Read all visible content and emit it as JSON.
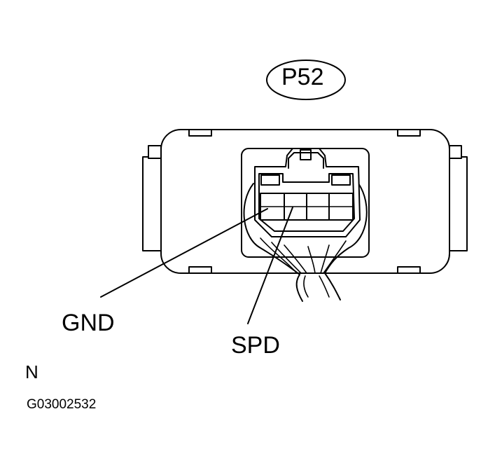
{
  "connector": {
    "id": "P52",
    "view": "N"
  },
  "terminals": {
    "gnd": "GND",
    "spd": "SPD"
  },
  "figure": {
    "code": "G03002532"
  }
}
